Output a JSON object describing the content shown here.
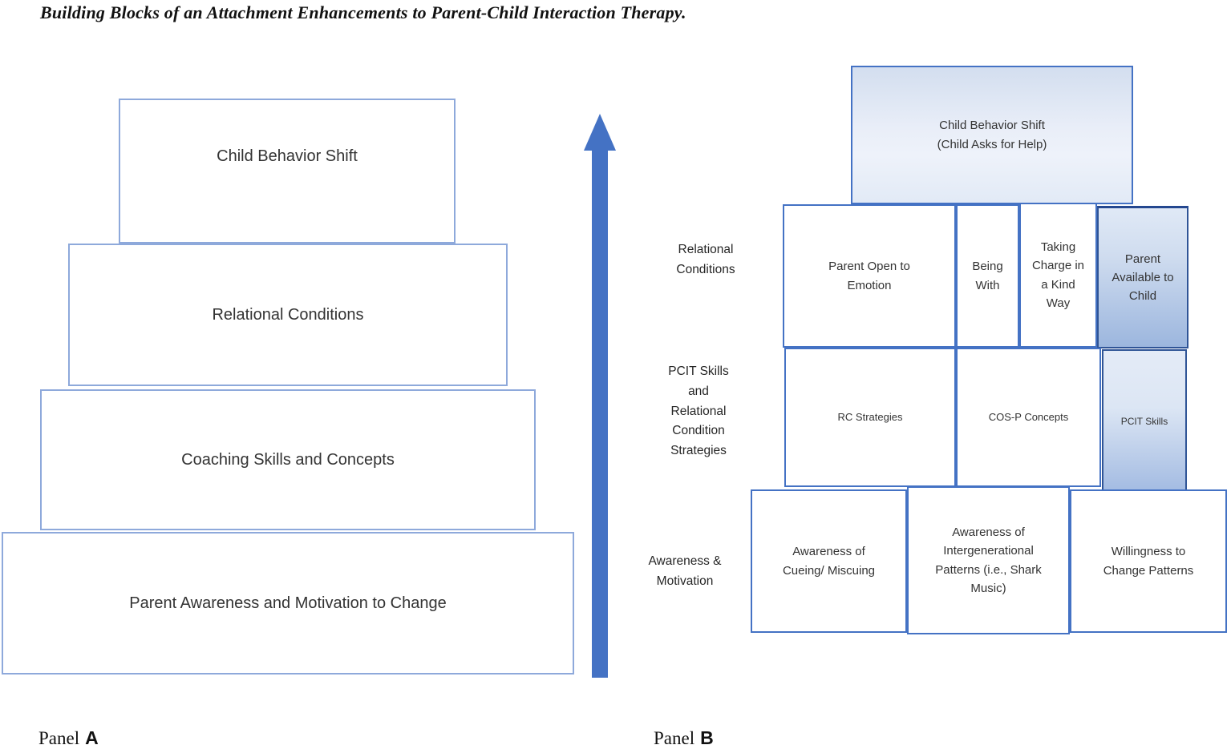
{
  "title": "Building Blocks of an Attachment Enhancements to Parent-Child Interaction Therapy.",
  "panel_a": {
    "label_prefix": "Panel",
    "label_letter": "A",
    "blocks": [
      {
        "label": "Child Behavior Shift"
      },
      {
        "label": "Relational Conditions"
      },
      {
        "label": "Coaching Skills and Concepts"
      },
      {
        "label": "Parent Awareness and Motivation to Change"
      }
    ]
  },
  "panel_b": {
    "label_prefix": "Panel",
    "label_letter": "B",
    "top_block": {
      "label": "Child Behavior Shift\n(Child Asks for Help)"
    },
    "row_labels": [
      {
        "label": "Relational\nConditions"
      },
      {
        "label": "PCIT Skills\nand\nRelational\nCondition\nStrategies"
      },
      {
        "label": "Awareness &\nMotivation"
      }
    ],
    "rows": [
      {
        "blocks": [
          {
            "label": "Parent Open to\nEmotion"
          },
          {
            "label": "Being\nWith"
          },
          {
            "label": "Taking\nCharge in\na Kind\nWay"
          },
          {
            "label": "Parent\nAvailable to\nChild"
          }
        ]
      },
      {
        "blocks": [
          {
            "label": "RC Strategies"
          },
          {
            "label": "COS-P Concepts"
          },
          {
            "label": "PCIT Skills"
          }
        ]
      },
      {
        "blocks": [
          {
            "label": "Awareness of\nCueing/ Miscuing"
          },
          {
            "label": "Awareness of\nIntergenerational\nPatterns (i.e., Shark\nMusic)"
          },
          {
            "label": "Willingness to\nChange Patterns"
          }
        ]
      }
    ]
  },
  "icons": {
    "up_arrow": "upward-growth-arrow"
  },
  "colors": {
    "panel_a_block_border": "#8ea9db",
    "panel_b_block_border": "#4472c4",
    "gradient_block_border": "#2f5496",
    "arrow": "#4472c4",
    "gradient_light": "#e9eef8",
    "gradient_dark": "#9cb6de",
    "text": "#262626"
  }
}
